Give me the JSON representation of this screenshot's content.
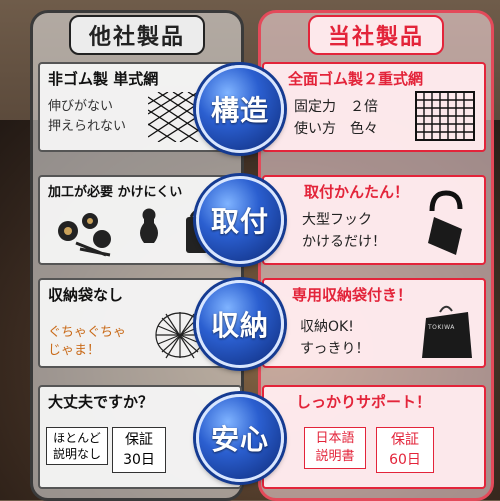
{
  "header": {
    "left_label": "他社製品",
    "right_label": "当社製品"
  },
  "rows": [
    {
      "badge": "構造",
      "left_title": "非ゴム製 単式網",
      "left_sub": [
        "伸びがない",
        "押えられない"
      ],
      "right_title": "全面ゴム製２重式網",
      "right_sub": [
        "固定力　２倍",
        "使い方　色々"
      ]
    },
    {
      "badge": "取付",
      "left_title": "加工が必要 かけにくい",
      "right_title": "取付かんたん！",
      "right_sub": [
        "大型フック",
        "かけるだけ！"
      ]
    },
    {
      "badge": "収納",
      "left_title": "収納袋なし",
      "left_sub": [
        "ぐちゃぐちゃ",
        "じゃま！"
      ],
      "right_title": "専用収納袋付き！",
      "right_sub": [
        "収納OK!",
        "すっきり！"
      ],
      "bag_label": "TOKIWA"
    },
    {
      "badge": "安心",
      "left_title": "大丈夫ですか？",
      "left_box1": [
        "ほとんど",
        "説明なし"
      ],
      "left_box2": [
        "保証",
        "30日"
      ],
      "right_title": "しっかりサポート！",
      "right_box1": [
        "日本語",
        "説明書"
      ],
      "right_box2": [
        "保証",
        "60日"
      ]
    }
  ],
  "colors": {
    "accent_red": "#e3243a",
    "badge_blue": "#2b5fd0",
    "left_border": "#3a3a3a"
  }
}
